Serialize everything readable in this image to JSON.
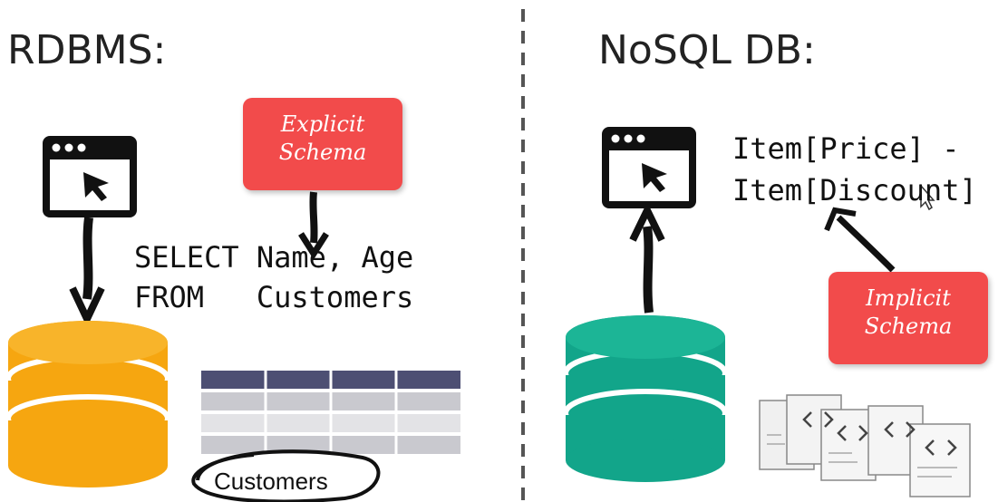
{
  "left": {
    "heading": "RDBMS:",
    "query_line1": "SELECT Name, Age",
    "query_line2": "FROM   Customers",
    "schema_tag": [
      "Explicit",
      "Schema"
    ],
    "table_caption": "Customers",
    "db_color": "#f6a610"
  },
  "right": {
    "heading": "NoSQL DB:",
    "expr_line1": "Item[Price] -",
    "expr_line2": "Item[Discount]",
    "schema_tag": [
      "Implicit",
      "Schema"
    ],
    "db_color": "#12a58a"
  },
  "icons": [
    "browser-window-icon",
    "cursor-arrow-icon",
    "database-icon",
    "json-document-icon"
  ],
  "colors": {
    "tag": "#f24b4b",
    "table_header": "#4d4f73",
    "divider": "#555555"
  }
}
